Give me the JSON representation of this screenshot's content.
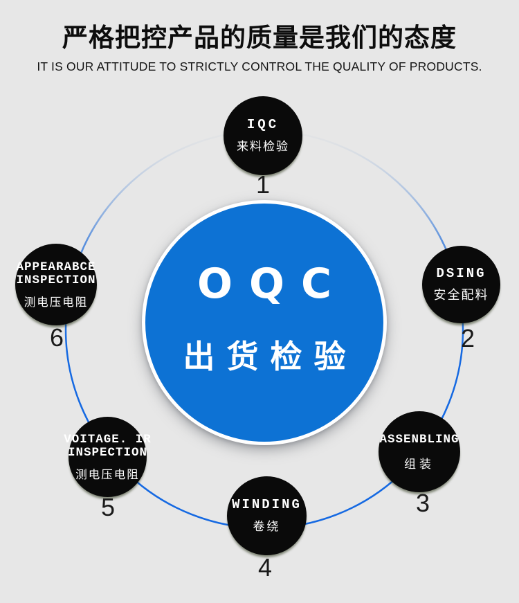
{
  "header": {
    "title": "严格把控产品的质量是我们的态度",
    "subtitle": "IT IS OUR ATTITUDE TO STRICTLY CONTROL THE QUALITY OF PRODUCTS."
  },
  "center": {
    "abbr": "OQC",
    "label": "出货检验"
  },
  "steps": [
    {
      "num": "1",
      "en1": "IQC",
      "en2": "",
      "zh": "来料检验"
    },
    {
      "num": "2",
      "en1": "DSING",
      "en2": "",
      "zh": "安全配料"
    },
    {
      "num": "3",
      "en1": "ASSENBLING",
      "en2": "",
      "zh": "组装"
    },
    {
      "num": "4",
      "en1": "WINDING",
      "en2": "",
      "zh": "卷绕"
    },
    {
      "num": "5",
      "en1": "VOITAGE. IR",
      "en2": "INSPECTION",
      "zh": "测电压电阻"
    },
    {
      "num": "6",
      "en1": "APPEARABCE",
      "en2": "INSPECTION",
      "zh": "测电压电阻"
    }
  ],
  "colors": {
    "bg": "#e7e7e7",
    "node_black": "#0a0a0a",
    "center_blue": "#0d72d4",
    "ring_faint": "#cfd6de",
    "ring_mid": "#4a86dc",
    "ring_blue": "#1569e2",
    "text_dark": "#141414"
  }
}
